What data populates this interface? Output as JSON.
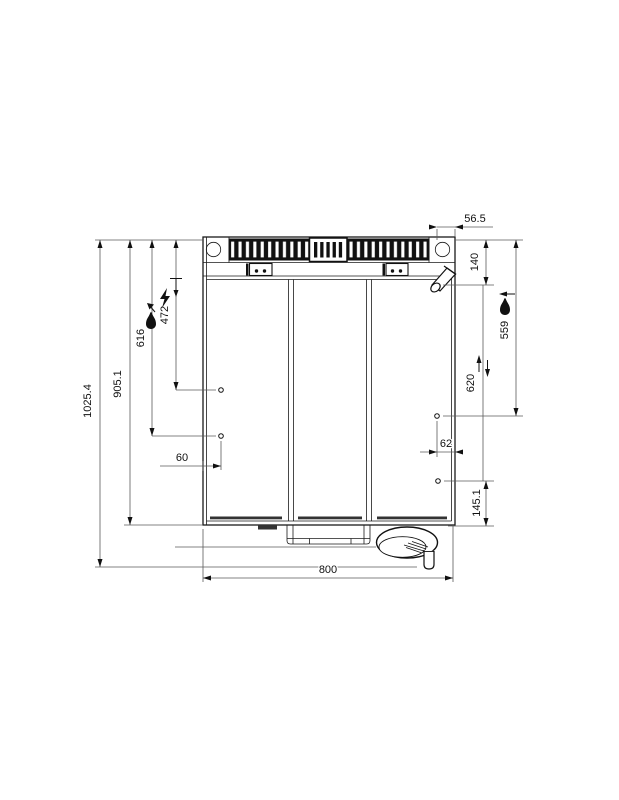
{
  "drawing": {
    "type": "appliance installation dimension drawing, top view",
    "dimensions": {
      "overall_height": "1025.4",
      "body_depth": "905.1",
      "gas_connection_left": "616",
      "electrical_connection_left": "472",
      "left_edge_offset": "60",
      "overall_width": "800",
      "rear_right_offset": "56.5",
      "fitting_depth": "140",
      "gas_connection_right": "559",
      "right_connection_span": "620",
      "right_edge_offset": "62",
      "front_right_offset": "145.1"
    },
    "icons": {
      "gas_left": "flame-icon",
      "gas_right": "flame-icon",
      "electric": "lightning-icon"
    },
    "colors": {
      "line": "#1a1a1a",
      "dim_line": "#5a5a5a",
      "background": "#ffffff"
    }
  }
}
